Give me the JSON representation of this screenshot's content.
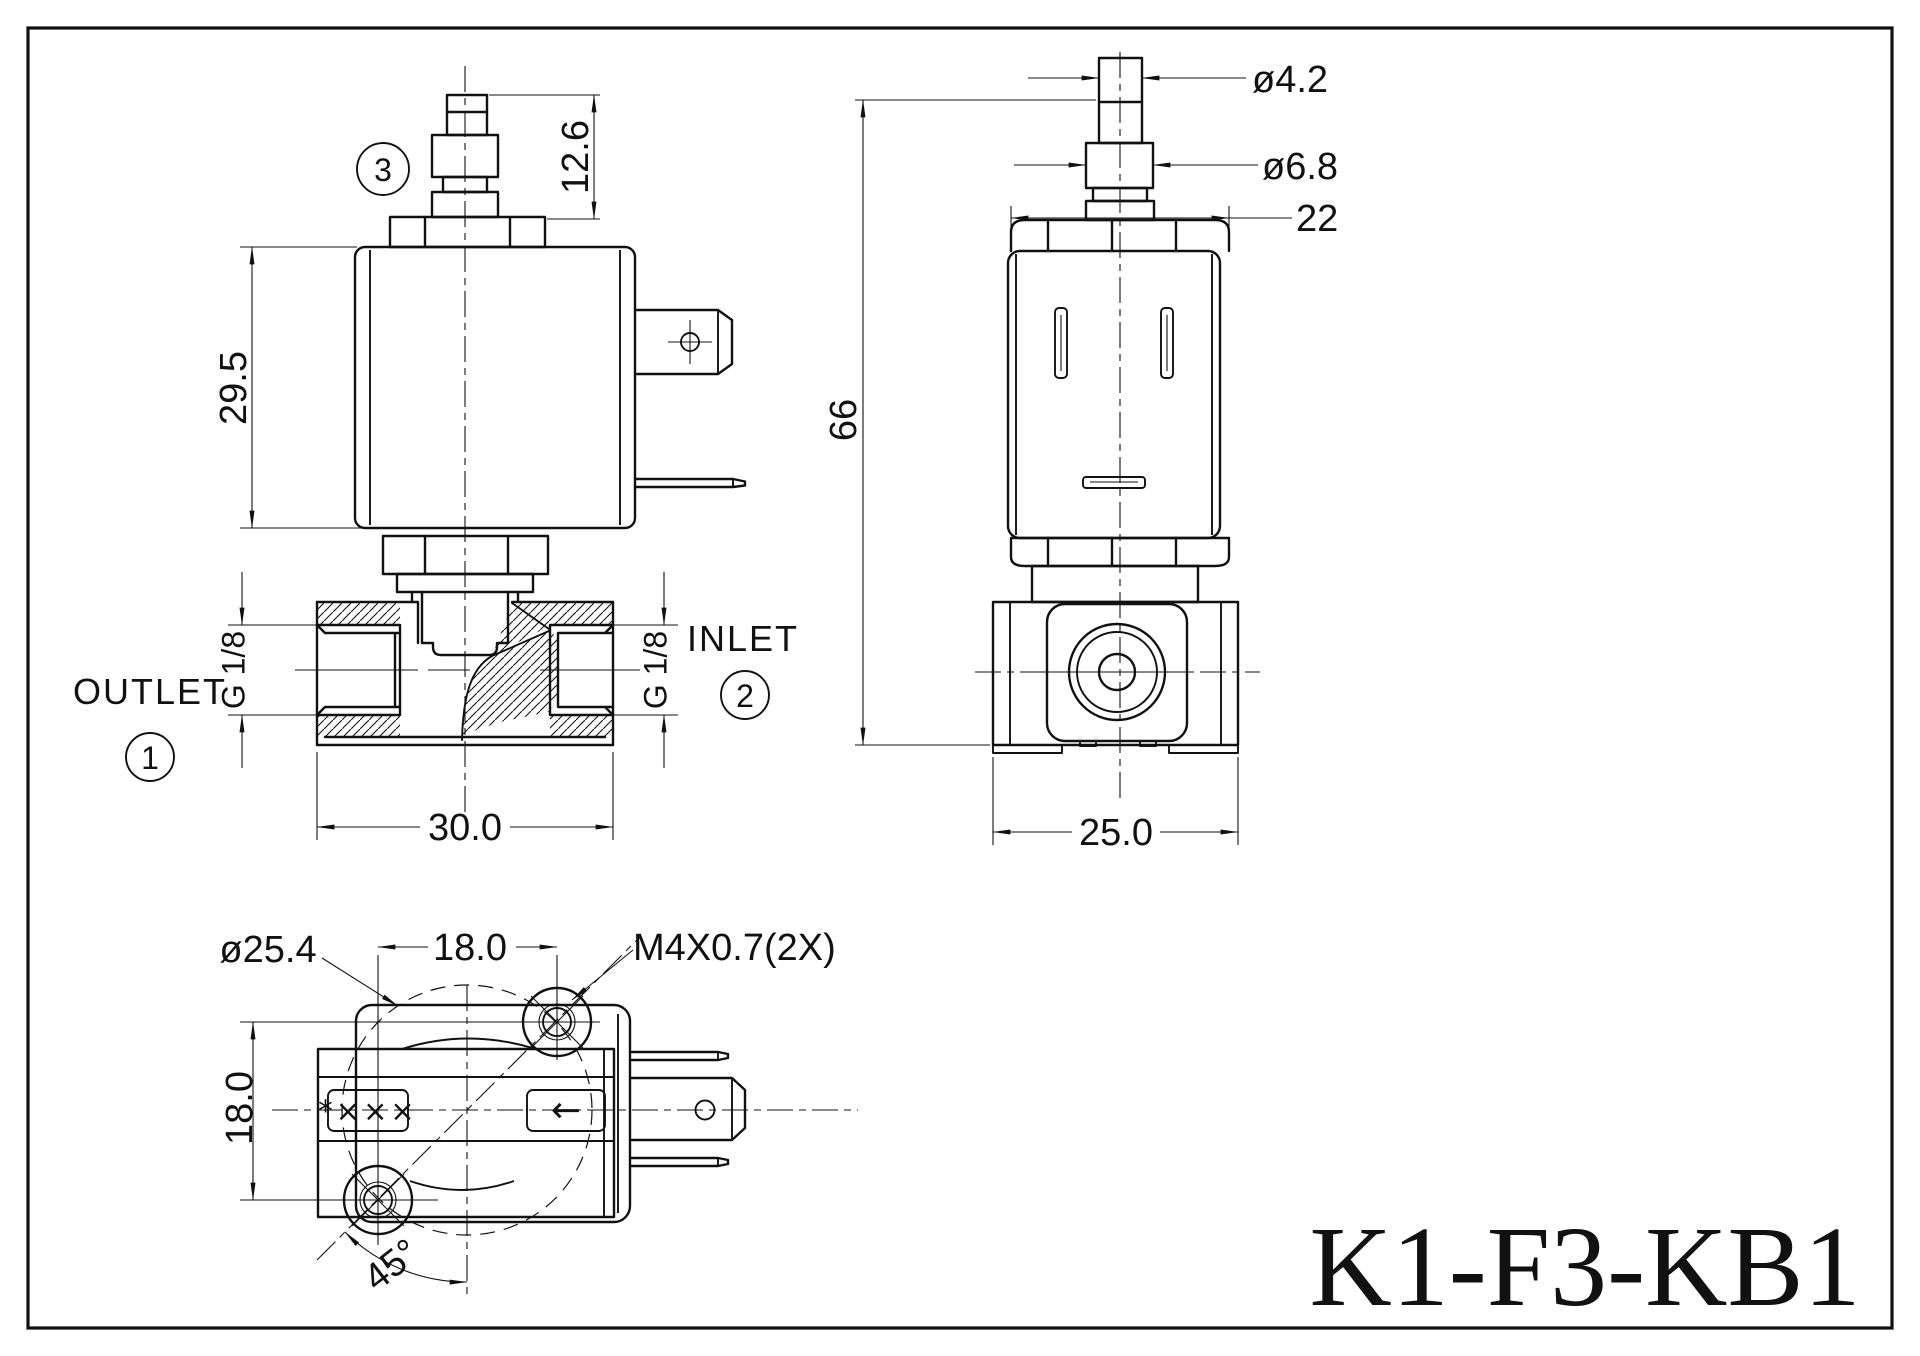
{
  "part_number": "K1-F3-KB1",
  "front_view": {
    "balloon": "3",
    "outlet": {
      "label": "OUTLET",
      "balloon": "1",
      "thread": "G 1/8"
    },
    "inlet": {
      "label": "INLET",
      "balloon": "2",
      "thread": "G 1/8"
    },
    "dims": {
      "stem_height": "12.6",
      "coil_height": "29.5",
      "body_width": "30.0"
    }
  },
  "side_view": {
    "dims": {
      "stem_dia": "ø4.2",
      "plunger_dia": "ø6.8",
      "hex_width": "22",
      "overall_height": "66",
      "body_depth": "25.0"
    }
  },
  "bottom_view": {
    "dims": {
      "bolt_circle": "ø25.4",
      "hole_pitch_h": "18.0",
      "hole_pitch_v": "18.0",
      "screw_thread": "M4X0.7(2X)",
      "screw_angle": "45°"
    },
    "markings": {
      "left_box": "*×××",
      "right_box": "←"
    }
  },
  "colors": {
    "line": "#111111",
    "background": "#ffffff"
  }
}
